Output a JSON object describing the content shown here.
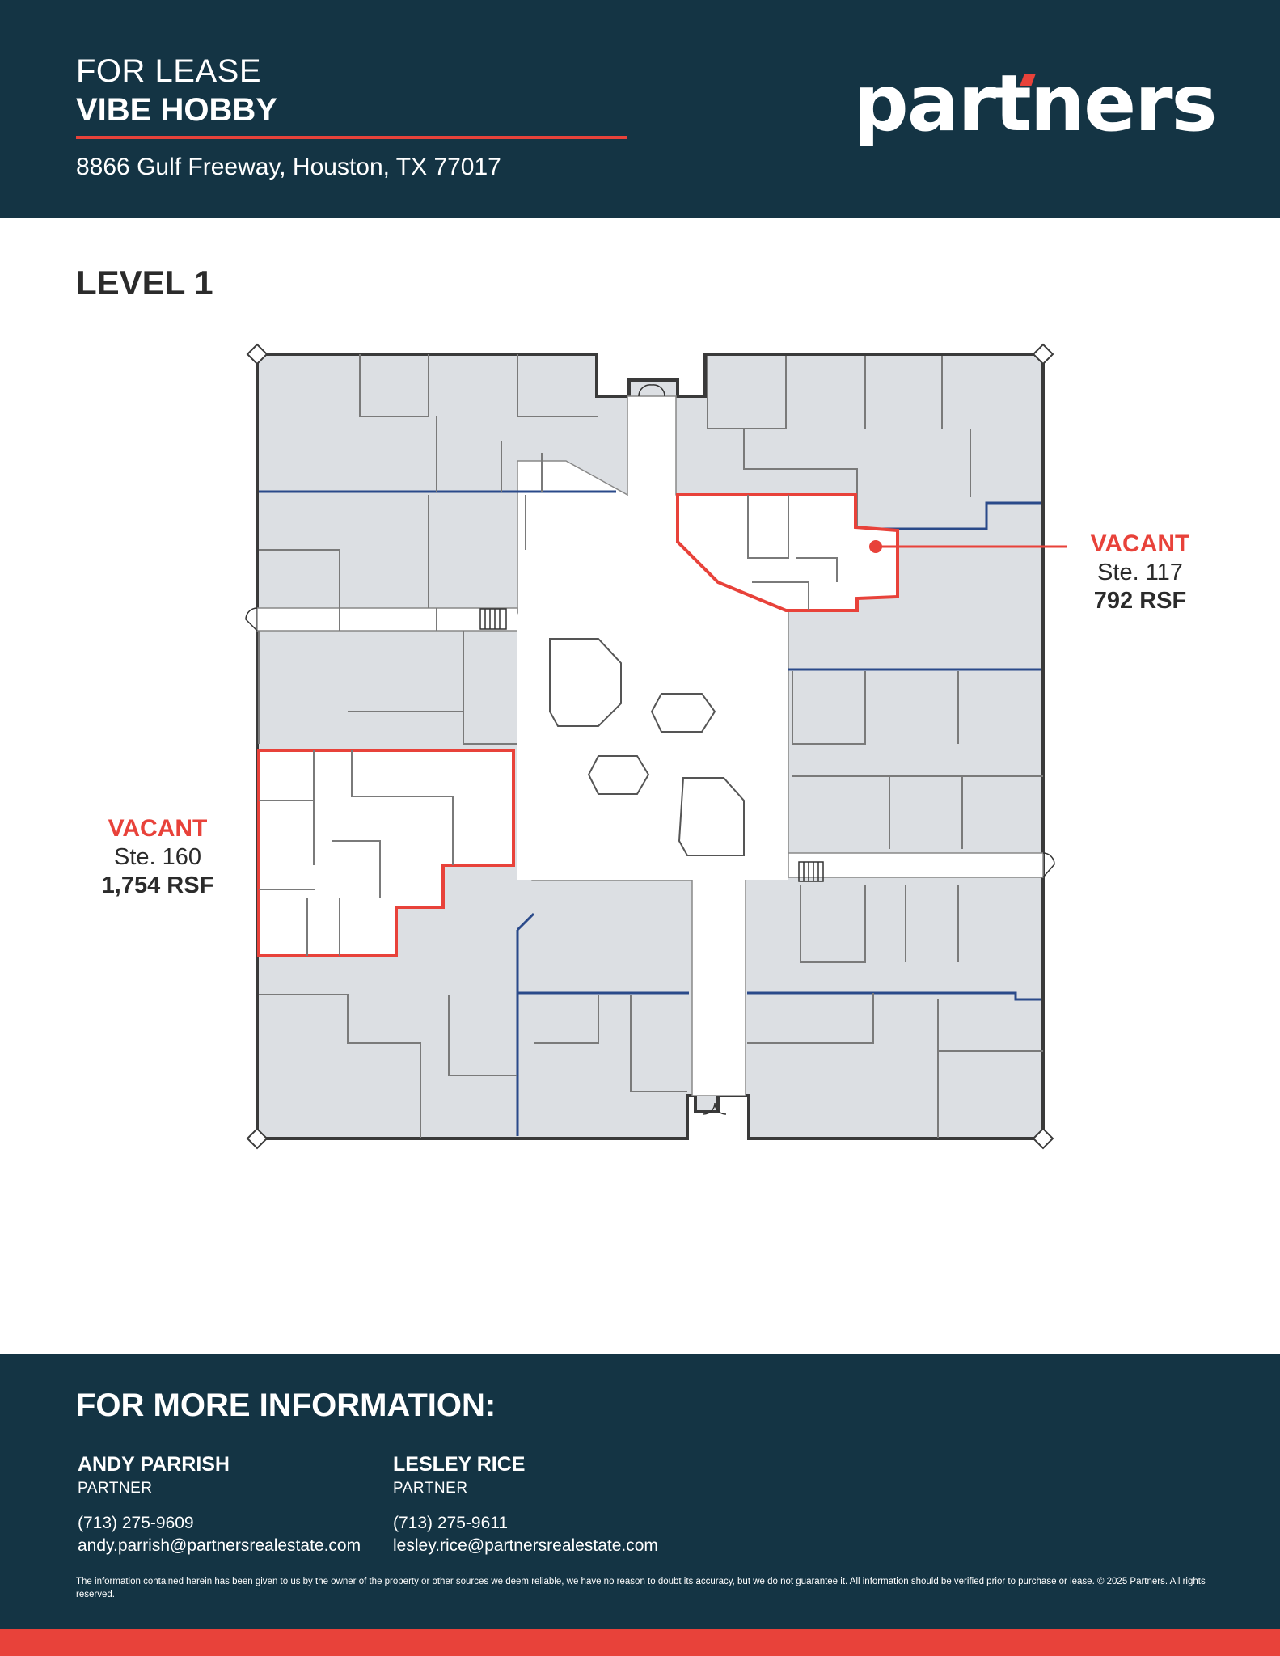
{
  "header": {
    "for_lease": "FOR LEASE",
    "property_name": "VIBE HOBBY",
    "address": "8866 Gulf Freeway, Houston, TX 77017",
    "logo": "partners"
  },
  "level_title": "LEVEL 1",
  "suites": [
    {
      "status": "VACANT",
      "suite": "Ste. 117",
      "rsf": "792 RSF"
    },
    {
      "status": "VACANT",
      "suite": "Ste. 160",
      "rsf": "1,754 RSF"
    }
  ],
  "footer": {
    "heading": "FOR MORE INFORMATION:",
    "contacts": [
      {
        "name": "ANDY PARRISH",
        "title": "PARTNER",
        "phone": "(713) 275-9609",
        "email": "andy.parrish@partnersrealestate.com"
      },
      {
        "name": "LESLEY RICE",
        "title": "PARTNER",
        "phone": "(713) 275-9611",
        "email": "lesley.rice@partnersrealestate.com"
      }
    ],
    "disclaimer": "The information contained herein has been given to us by the owner of the property or other sources we deem reliable, we have no reason to doubt its accuracy, but we do not guarantee it. All information should be verified prior to purchase or lease. © 2025 Partners. All rights reserved."
  },
  "colors": {
    "navy": "#143444",
    "accent_red": "#e8423a",
    "floor_grey": "#dcdfe3",
    "tenant_line_blue": "#2a4a8a"
  }
}
